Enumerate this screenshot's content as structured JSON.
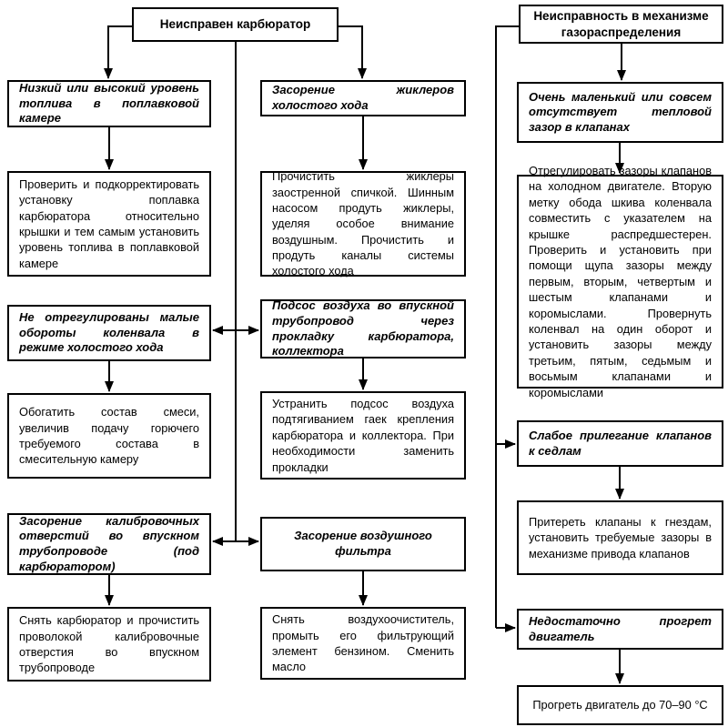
{
  "diagram": {
    "bg_color": "#ffffff",
    "line_color": "#000000",
    "headers": {
      "carburetor": "Неисправен карбюратор",
      "gas_distribution": "Неисправность в механизме газораспределения"
    },
    "columns": {
      "left": {
        "items": [
          {
            "cause": "Низкий или высокий уровень топлива в поплавковой камере",
            "remedy": "Проверить и подкорректировать установку поплавка карбюратора относительно крышки и тем самым установить уровень топлива в поплавковой камере"
          },
          {
            "cause": "Не отрегулированы малые обороты коленвала в режиме холостого хода",
            "remedy": "Обогатить состав смеси, увеличив подачу горючего требуемого состава в смесительную камеру"
          },
          {
            "cause": "Засорение калибровочных отверстий во впускном трубопроводе (под карбюратором)",
            "remedy": "Снять карбюратор и прочистить проволокой калибровочные отверстия во впускном трубопроводе"
          }
        ]
      },
      "middle": {
        "items": [
          {
            "cause": "Засорение жиклеров холостого хода",
            "remedy": "Прочистить жиклеры заостренной спичкой. Шинным насосом продуть жиклеры, уделяя особое внимание воздушным. Прочистить и продуть каналы системы холостого хода"
          },
          {
            "cause": "Подсос воздуха во впускной трубопровод через прокладку карбюратора, коллектора",
            "remedy": "Устранить подсос воздуха подтягиванием гаек крепления карбюратора и коллектора. При необходимости заменить прокладки"
          },
          {
            "cause": "Засорение воздушного фильтра",
            "remedy": "Снять воздухоочиститель, промыть его фильтрующий элемент бензином. Сменить масло"
          }
        ]
      },
      "right": {
        "items": [
          {
            "cause": "Очень маленький или совсем отсутствует тепловой зазор в клапанах",
            "remedy": "Отрегулировать зазоры клапанов на холодном двигателе. Вторую метку обода шкива коленвала совместить с указателем на крышке распредшестерен. Проверить и установить при помощи щупа зазоры между первым, вторым, четвертым и шестым клапанами и коромыслами. Провернуть коленвал на один оборот и установить зазоры между третьим, пятым, седьмым и восьмым клапанами и коромыслами"
          },
          {
            "cause": "Слабое прилегание клапанов к седлам",
            "remedy": "Притереть клапаны к гнездам, установить требуемые зазоры в механизме привода клапанов"
          },
          {
            "cause": "Недостаточно прогрет двигатель",
            "remedy": "Прогреть двигатель до 70–90 °C"
          }
        ]
      }
    }
  }
}
